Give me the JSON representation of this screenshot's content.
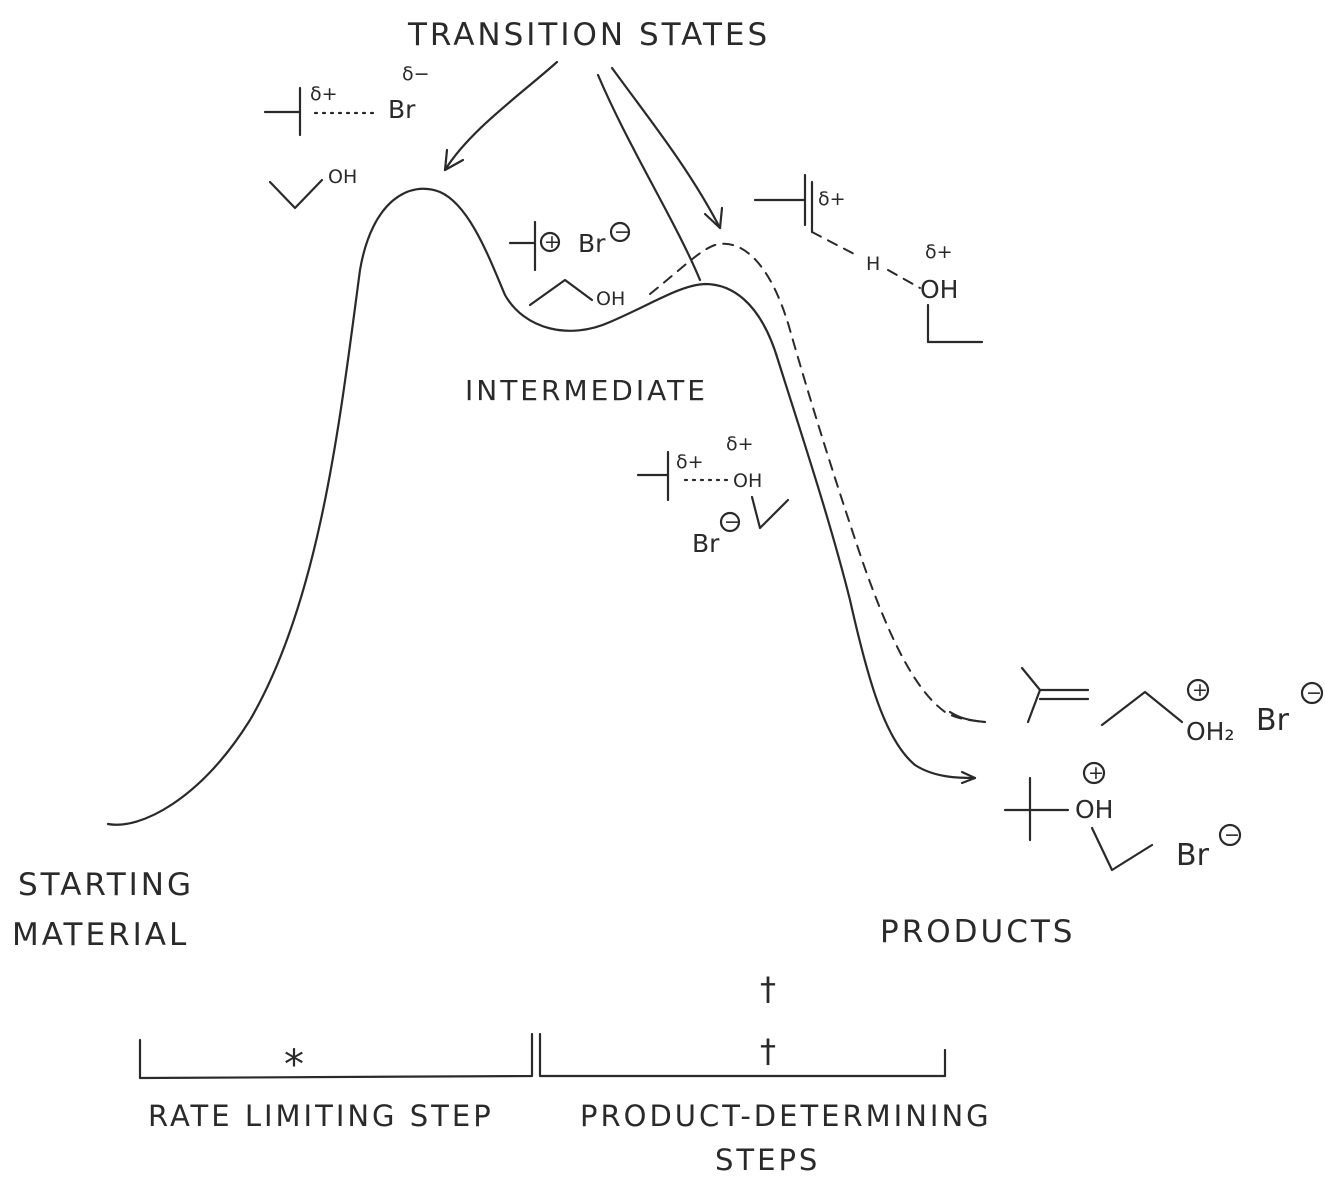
{
  "labels": {
    "transition_states": "TRANSITION STATES",
    "intermediate": "INTERMEDIATE",
    "starting_material": [
      "STARTING",
      "MATERIAL"
    ],
    "products": "PRODUCTS",
    "rate_limiting": "RATE LIMITING STEP",
    "product_determining": [
      "PRODUCT-DETERMINING",
      "STEPS"
    ]
  },
  "chem": {
    "delta_plus": "δ+",
    "delta_minus": "δ−",
    "br": "Br",
    "oh": "OH",
    "oh2": "OH₂",
    "h": "H",
    "plus_sign": "+",
    "minus_sign": "−"
  },
  "marks": {
    "asterisk": "*",
    "dagger": "†"
  }
}
